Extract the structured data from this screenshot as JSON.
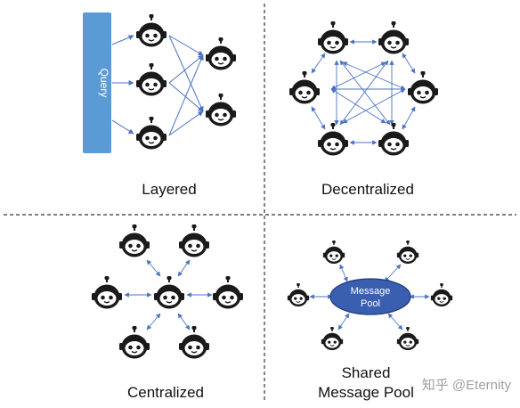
{
  "panels": {
    "layered": {
      "caption": "Layered",
      "query_label": "Query"
    },
    "decentralized": {
      "caption": "Decentralized"
    },
    "centralized": {
      "caption": "Centralized"
    },
    "shared": {
      "caption_line1": "Shared",
      "caption_line2": "Message Pool",
      "pool_line1": "Message",
      "pool_line2": "Pool"
    }
  },
  "watermark": "知乎 @Eternity",
  "colors": {
    "arrow": "#4a73c6",
    "query_box": "#5b9bd5",
    "pool": "#3a5fb0",
    "robot": "#1a1a1a",
    "divider": "#333333"
  },
  "icons": {
    "agent": "robot-icon"
  }
}
